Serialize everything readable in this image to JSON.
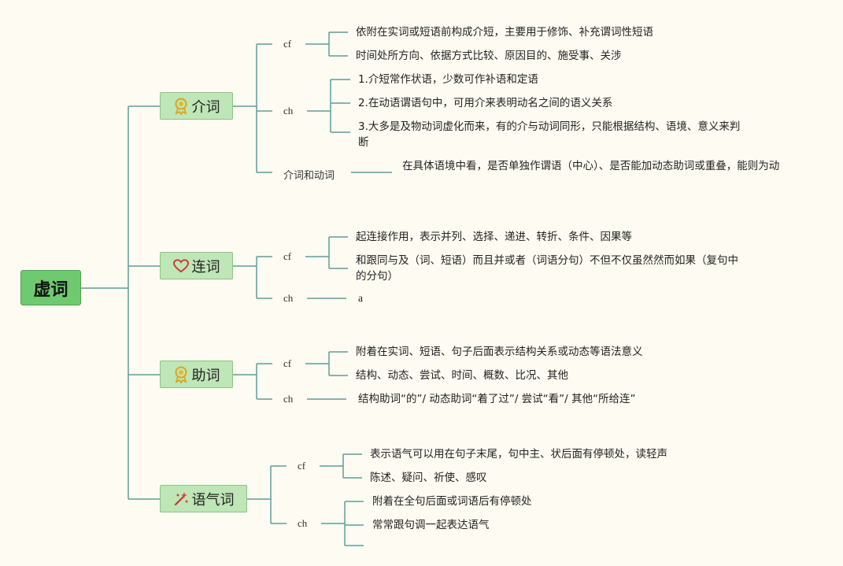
{
  "root": "虚词",
  "branches": [
    {
      "label": "介词",
      "icon": "award-icon",
      "subs": [
        {
          "label": "cf",
          "leaves": [
            "依附在实词或短语前构成介短，主要用于修饰、补充谓词性短语",
            "时间处所方向、依据方式比较、原因目的、施受事、关涉"
          ]
        },
        {
          "label": "ch",
          "leaves": [
            "1.介短常作状语，少数可作补语和定语",
            "2.在动语谓语句中，可用介来表明动名之间的语义关系",
            "3.大多是及物动词虚化而来，有的介与动词同形，只能根据结构、语境、意义来判断"
          ]
        },
        {
          "label": "介词和动词",
          "leaves": [
            "在具体语境中看，是否单独作谓语（中心）、是否能加动态助词或重叠，能则为动"
          ]
        }
      ]
    },
    {
      "label": "连词",
      "icon": "heart-icon",
      "subs": [
        {
          "label": "cf",
          "leaves": [
            "起连接作用，表示并列、选择、递进、转折、条件、因果等",
            "和跟同与及（词、短语）而且并或者（词语分句）不但不仅虽然然而如果（复句中的分句）"
          ]
        },
        {
          "label": "ch",
          "leaves": [
            "a"
          ]
        }
      ]
    },
    {
      "label": "助词",
      "icon": "award-icon",
      "subs": [
        {
          "label": "cf",
          "leaves": [
            "附着在实词、短语、句子后面表示结构关系或动态等语法意义",
            "结构、动态、尝试、时间、概数、比况、其他"
          ]
        },
        {
          "label": "ch",
          "leaves": [
            "结构助词“的”/ 动态助词“着了过”/ 尝试“看”/ 其他“所给连”"
          ]
        }
      ]
    },
    {
      "label": "语气词",
      "icon": "sparkle-icon",
      "subs": [
        {
          "label": "cf",
          "leaves": [
            "表示语气可以用在句子末尾，句中主、状后面有停顿处，读轻声",
            "陈述、疑问、祈使、感叹"
          ]
        },
        {
          "label": "ch",
          "leaves": [
            "附着在全句后面或词语后有停顿处",
            "常常跟句调一起表达语气",
            ""
          ]
        }
      ]
    }
  ],
  "colors": {
    "line": "#5f9e96",
    "root_fill": "#6fca6f",
    "branch_fill": "#bfe6b6",
    "background": "#fdfbf2"
  }
}
